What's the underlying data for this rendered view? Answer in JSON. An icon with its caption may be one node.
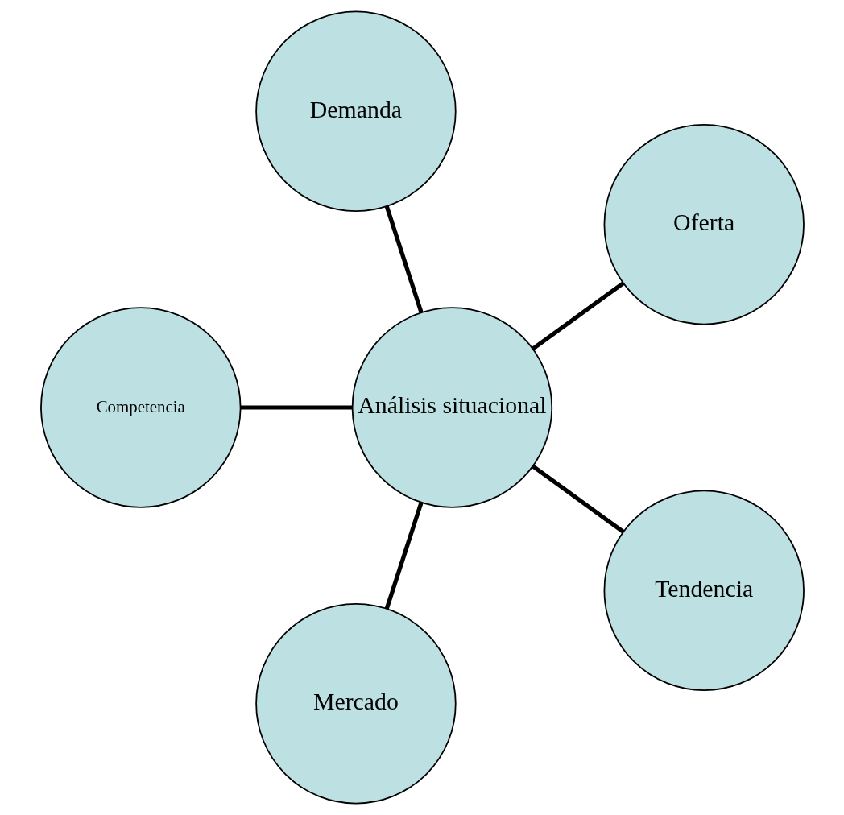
{
  "diagram": {
    "nodes": [
      {
        "text": [
          "Oferta"
        ]
      },
      {
        "text": [
          "Demanda"
        ]
      },
      {
        "text": [
          "Competencia"
        ]
      },
      {
        "text": [
          "Análisis situacional"
        ]
      },
      {
        "text": [
          "Mercado"
        ]
      },
      {
        "text": [
          "Tendencia"
        ]
      }
    ],
    "edges": [
      {
        "from": 3,
        "to": 0,
        "arrow": "none"
      },
      {
        "from": 3,
        "to": 1,
        "arrow": "none"
      },
      {
        "from": 3,
        "to": 5,
        "arrow": "none"
      },
      {
        "from": 3,
        "to": 4,
        "arrow": "none"
      },
      {
        "from": 3,
        "to": 2,
        "arrow": "none"
      }
    ]
  }
}
